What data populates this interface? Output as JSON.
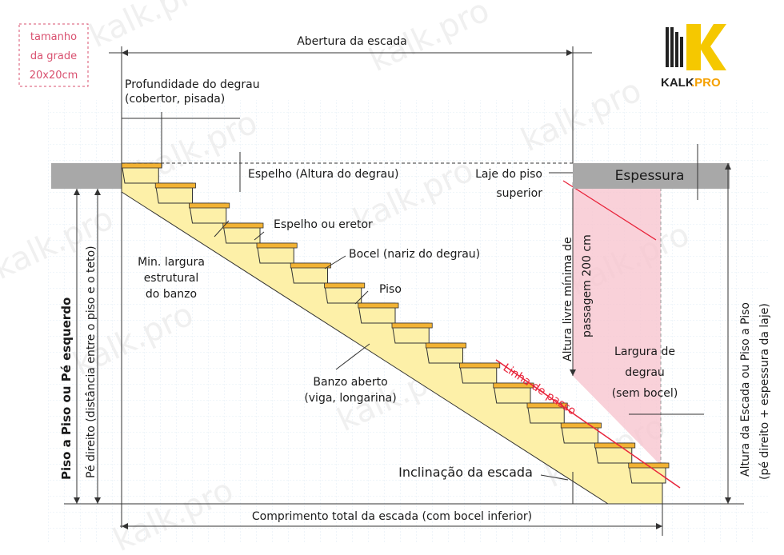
{
  "grid_note": {
    "line1": "tamanho",
    "line2": "da grade",
    "line3": "20x20cm"
  },
  "logo": {
    "brand_a": "KALK",
    "brand_b": ".PRO",
    "accent": "#f5c800",
    "accent_text": "#f5a000"
  },
  "watermark": "kalk.pro",
  "labels": {
    "opening": "Abertura da escada",
    "tread_depth_1": "Profundidade do degrau",
    "tread_depth_2": "(cobertor, pisada)",
    "riser_height": "Espelho (Altura do degrau)",
    "thickness": "Espessura",
    "upper_slab_1": "Laje do piso",
    "upper_slab_2": "superior",
    "riser": "Espelho ou eretor",
    "nosing": "Bocel (nariz do degrau)",
    "min_width_1": "Min. largura",
    "min_width_2": "estrutural",
    "min_width_3": "do banzo",
    "tread": "Piso",
    "stringer_1": "Banzo aberto",
    "stringer_2": "(viga, longarina)",
    "walk_line": "Linha de passo",
    "headroom_1": "Altura livre mínima de",
    "headroom_2": "passagem 200 cm",
    "tread_width_1": "Largura de",
    "tread_width_2": "degrau",
    "tread_width_3": "(sem bocel)",
    "slope": "Inclinação da escada",
    "total_length": "Comprimento total da escada (com bocel inferior)",
    "floor_to_floor": "Piso a Piso ou Pé esquerdo",
    "ceiling_height": "Pé direito (distância entre o piso e o teto)",
    "stair_height_1": "Altura da Escada ou Piso a Piso",
    "stair_height_2": "(pé direito + espessura da laje)"
  },
  "colors": {
    "stair": "#fdf0a8",
    "tread": "#f2b233",
    "headroom": "#f7c6cf",
    "walk_line": "#e8233a",
    "slab": "#a8a8a8"
  }
}
